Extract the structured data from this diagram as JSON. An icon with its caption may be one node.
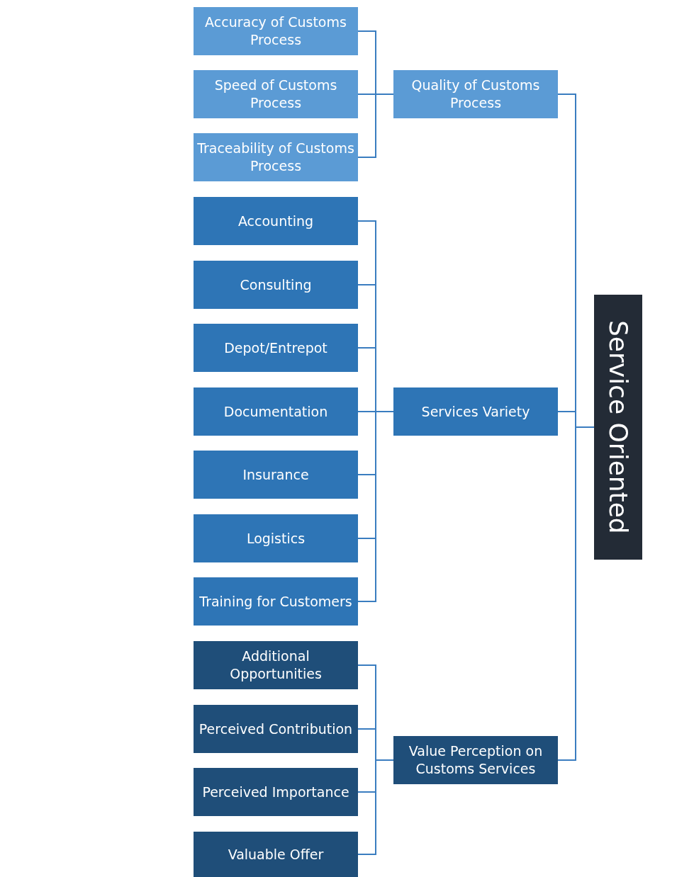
{
  "diagram": {
    "nodes": [
      {
        "text": [
          "Accuracy of Customs Process"
        ]
      },
      {
        "text": [
          "Speed of Customs Process"
        ]
      },
      {
        "text": [
          "Traceability of Customs Process"
        ]
      },
      {
        "text": [
          "Accounting"
        ]
      },
      {
        "text": [
          "Consulting"
        ]
      },
      {
        "text": [
          "Depot/Entrepot"
        ]
      },
      {
        "text": [
          "Documentation"
        ]
      },
      {
        "text": [
          "Insurance"
        ]
      },
      {
        "text": [
          "Logistics"
        ]
      },
      {
        "text": [
          "Training for Customers"
        ]
      },
      {
        "text": [
          "Additional Opportunities"
        ]
      },
      {
        "text": [
          "Perceived Contribution"
        ]
      },
      {
        "text": [
          "Perceived Importance"
        ]
      },
      {
        "text": [
          "Valuable Offer"
        ]
      },
      {
        "text": [
          "Quality of Customs Process"
        ]
      },
      {
        "text": [
          "Services Variety"
        ]
      },
      {
        "text": [
          "Value Perception on Customs Services"
        ]
      },
      {
        "text": [
          "Service Oriented"
        ]
      }
    ],
    "edges": [
      {
        "from": 0,
        "to": 14,
        "arrow": "none"
      },
      {
        "from": 1,
        "to": 14,
        "arrow": "none"
      },
      {
        "from": 2,
        "to": 14,
        "arrow": "none"
      },
      {
        "from": 3,
        "to": 15,
        "arrow": "none"
      },
      {
        "from": 4,
        "to": 15,
        "arrow": "none"
      },
      {
        "from": 5,
        "to": 15,
        "arrow": "none"
      },
      {
        "from": 6,
        "to": 15,
        "arrow": "none"
      },
      {
        "from": 7,
        "to": 15,
        "arrow": "none"
      },
      {
        "from": 8,
        "to": 15,
        "arrow": "none"
      },
      {
        "from": 9,
        "to": 15,
        "arrow": "none"
      },
      {
        "from": 10,
        "to": 16,
        "arrow": "none"
      },
      {
        "from": 11,
        "to": 16,
        "arrow": "none"
      },
      {
        "from": 12,
        "to": 16,
        "arrow": "none"
      },
      {
        "from": 13,
        "to": 16,
        "arrow": "none"
      },
      {
        "from": 14,
        "to": 17,
        "arrow": "none"
      },
      {
        "from": 15,
        "to": 17,
        "arrow": "none"
      },
      {
        "from": 16,
        "to": 17,
        "arrow": "none"
      }
    ]
  }
}
